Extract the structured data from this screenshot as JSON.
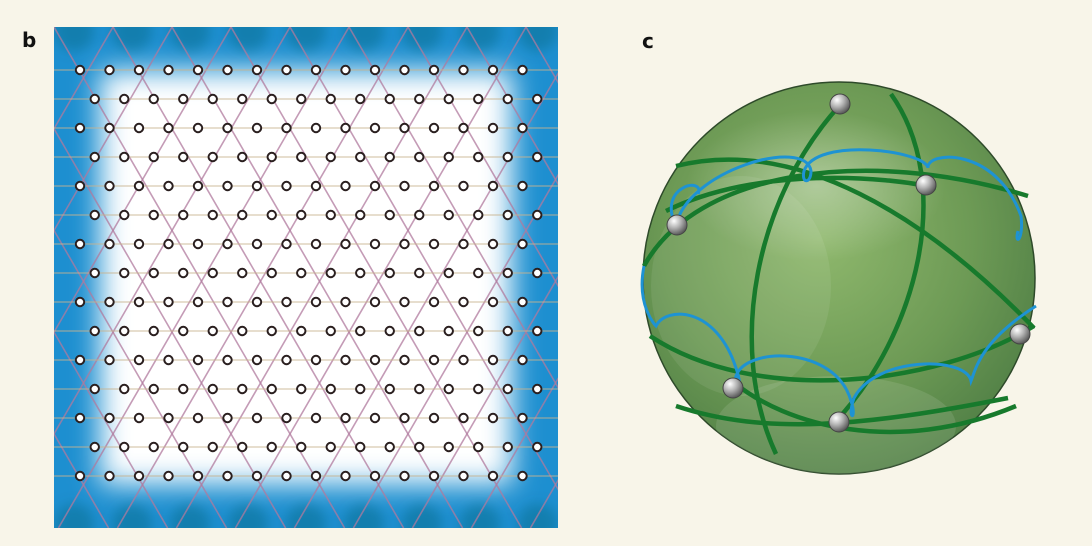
{
  "panels": {
    "b": {
      "label": "b"
    },
    "c": {
      "label": "c"
    }
  },
  "colors": {
    "background": "#f8f5e9",
    "edge_glow": "#1d8fd0",
    "edge_glow_dark": "#0c5f6e",
    "lattice_line": "#b07a9e",
    "lattice_line_light": "#c9b48e",
    "node_stroke": "#2a1f1f",
    "sphere_green": "#6f9e55",
    "great_circle": "#177a2c",
    "loop_line": "#1e93d3",
    "vertex_grey": "#a9a9a9"
  },
  "icons": {
    "lattice": "kagome-lattice-diagram",
    "sphere": "sphere-with-great-circles"
  }
}
